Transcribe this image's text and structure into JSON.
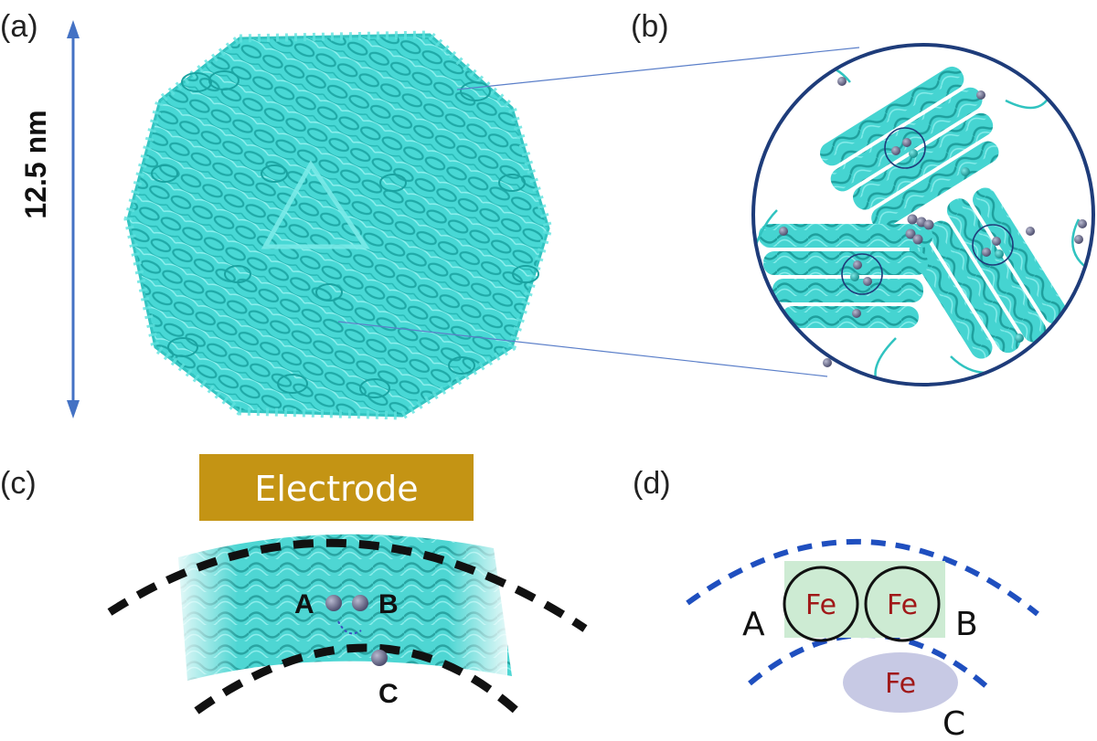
{
  "panels": {
    "a": {
      "label": "(a)",
      "scale_label": "12.5 nm"
    },
    "b": {
      "label": "(b)"
    },
    "c": {
      "label": "(c)",
      "electrode_label": "Electrode",
      "site_a": "A",
      "site_b": "B",
      "site_c": "C"
    },
    "d": {
      "label": "(d)",
      "site_a": "A",
      "site_b": "B",
      "site_c": "C",
      "fe_label": "Fe"
    }
  },
  "colors": {
    "protein": "#3fd6d3",
    "ion": "#6e6f8a",
    "electrode": "#c49414",
    "boundary_blue": "#1f4fbf",
    "zoom_circle": "#1e3c7a",
    "fe_box": "#cdebd3",
    "fe_ellipse": "#c7c9e4"
  }
}
